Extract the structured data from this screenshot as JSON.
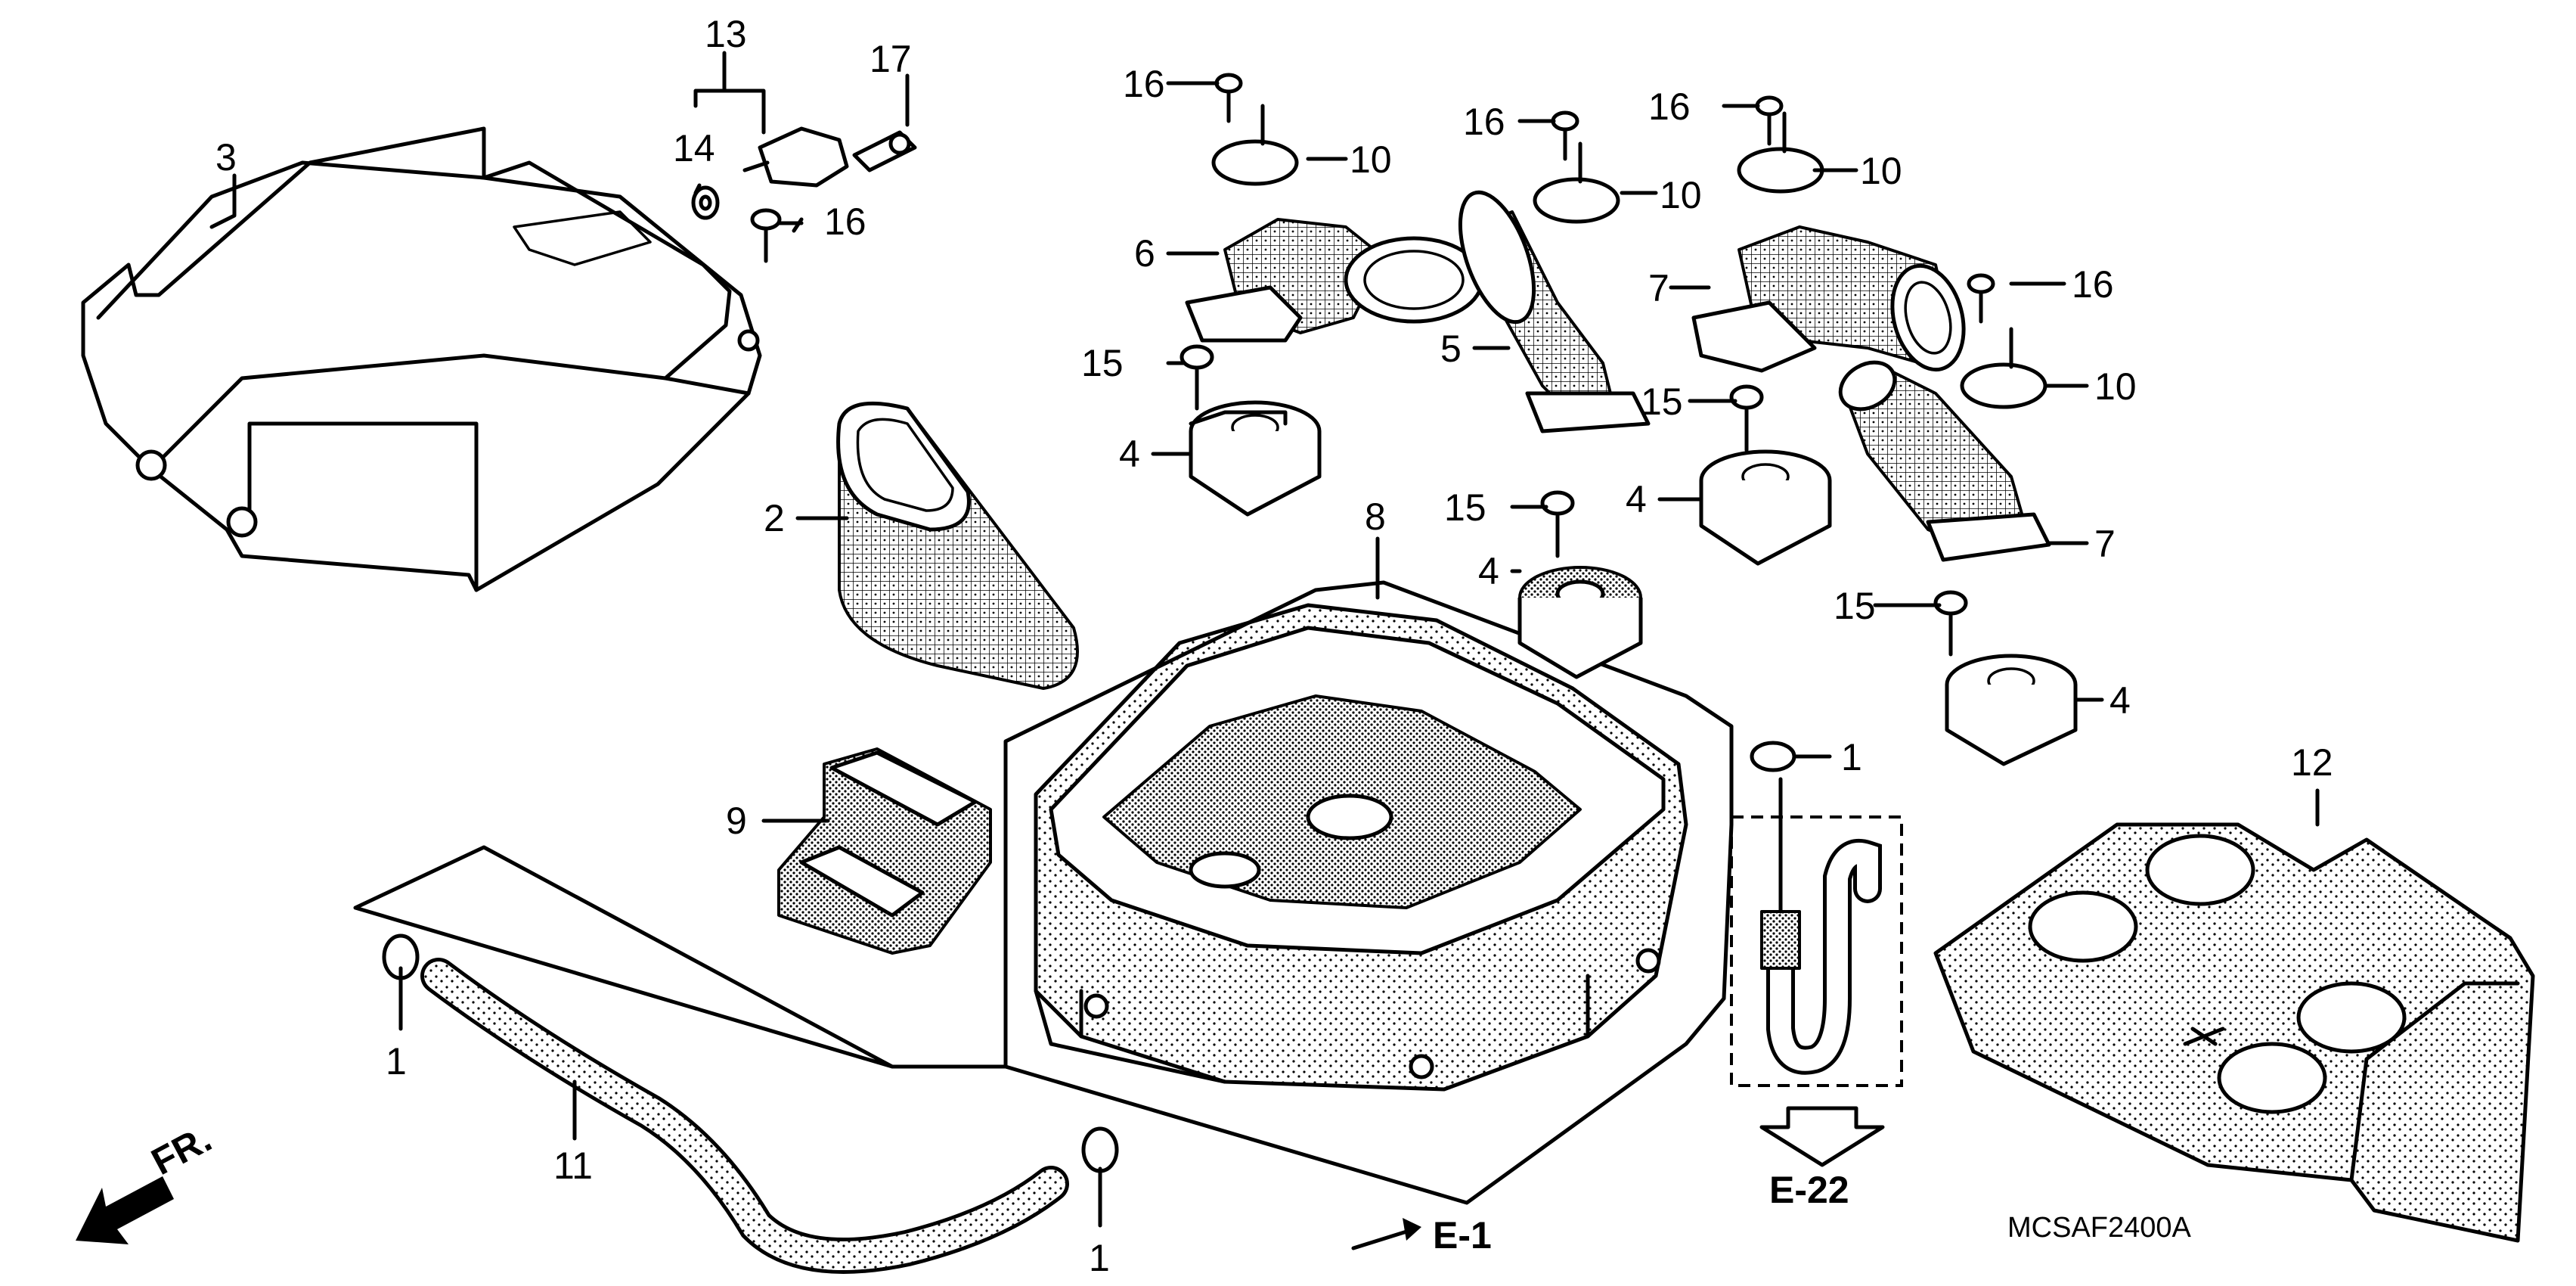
{
  "callouts": {
    "c1": "1",
    "c2": "2",
    "c3": "3",
    "c4": "4",
    "c5": "5",
    "c6": "6",
    "c7": "7",
    "c8": "8",
    "c9": "9",
    "c10": "10",
    "c11": "11",
    "c12": "12",
    "c13": "13",
    "c14": "14",
    "c15": "15",
    "c16": "16",
    "c17": "17"
  },
  "references": {
    "e1": "E-1",
    "e22": "E-22",
    "front": "FR."
  },
  "diagram_code": "MCSAF2400A"
}
